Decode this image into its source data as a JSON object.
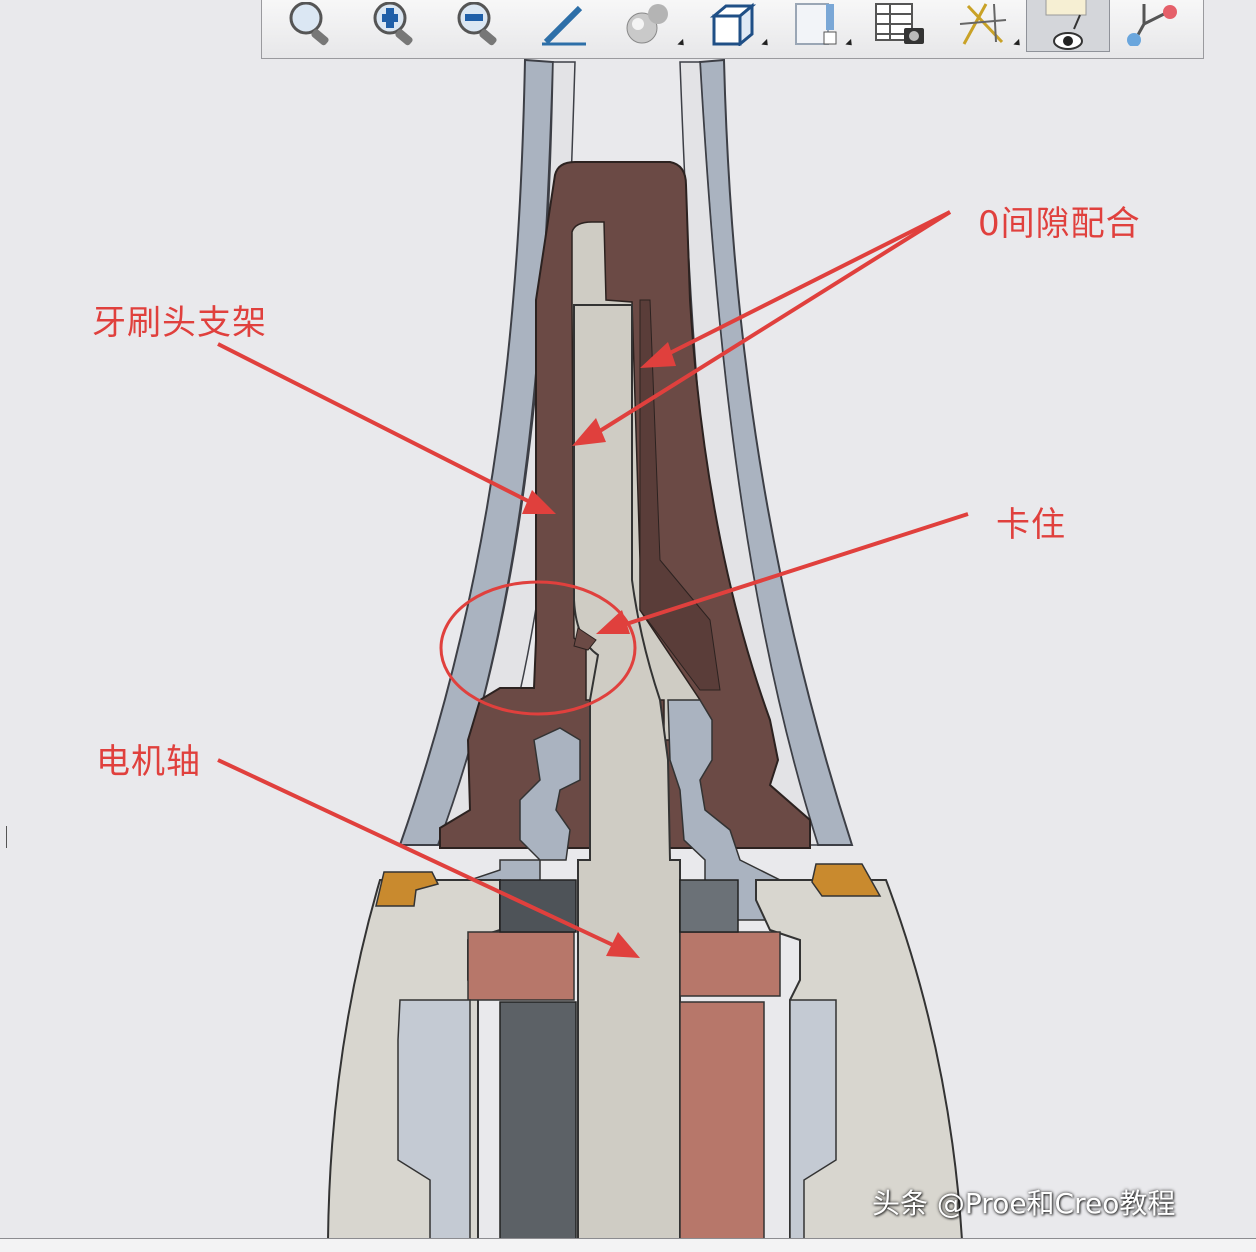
{
  "toolbar": {
    "buttons": [
      {
        "icon": "zoom-fit-icon",
        "active": false,
        "dropdown": false
      },
      {
        "icon": "zoom-in-icon",
        "active": false,
        "dropdown": false
      },
      {
        "icon": "zoom-out-icon",
        "active": false,
        "dropdown": false
      },
      {
        "icon": "sketch-pencil-icon",
        "active": false,
        "dropdown": false
      },
      {
        "icon": "appearance-spheres-icon",
        "active": false,
        "dropdown": true
      },
      {
        "icon": "display-style-cube-icon",
        "active": false,
        "dropdown": true
      },
      {
        "icon": "saved-views-icon",
        "active": false,
        "dropdown": true
      },
      {
        "icon": "view-manager-table-icon",
        "active": false,
        "dropdown": false
      },
      {
        "icon": "datum-display-icon",
        "active": false,
        "dropdown": true
      },
      {
        "icon": "annotation-display-icon",
        "active": true,
        "dropdown": false
      },
      {
        "icon": "spin-center-icon",
        "active": false,
        "dropdown": false
      }
    ]
  },
  "callouts": {
    "zero_gap_fit": "0间隙配合",
    "brush_head_bracket": "牙刷头支架",
    "locked": "卡住",
    "motor_shaft": "电机轴"
  },
  "watermark": "头条 @Proe和Creo教程",
  "colors": {
    "background": "#e9e9ec",
    "callout_red": "#e0403d",
    "bracket_brown": "#6b4a45",
    "shaft_grey": "#cfccc4",
    "bearing_copper": "#b7776a",
    "housing_light": "#d8d6cf",
    "shell_blue": "#a7b0bd",
    "accent_orange": "#c98a2e"
  }
}
